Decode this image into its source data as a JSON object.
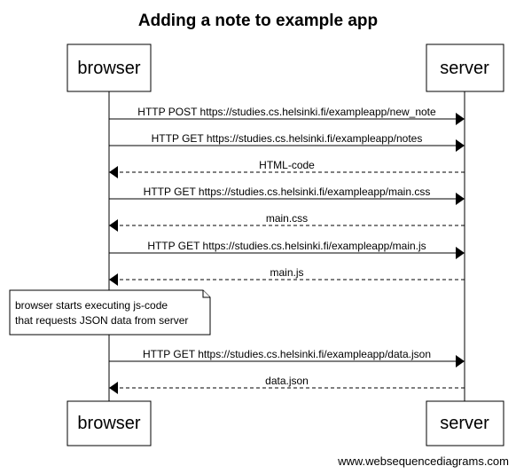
{
  "title": "Adding a note to example app",
  "participants": {
    "browser": "browser",
    "server": "server"
  },
  "messages": [
    {
      "from": "browser",
      "to": "server",
      "label": "HTTP POST https://studies.cs.helsinki.fi/exampleapp/new_note",
      "style": "solid"
    },
    {
      "from": "browser",
      "to": "server",
      "label": "HTTP GET https://studies.cs.helsinki.fi/exampleapp/notes",
      "style": "solid"
    },
    {
      "from": "server",
      "to": "browser",
      "label": "HTML-code",
      "style": "dashed"
    },
    {
      "from": "browser",
      "to": "server",
      "label": "HTTP GET https://studies.cs.helsinki.fi/exampleapp/main.css",
      "style": "solid"
    },
    {
      "from": "server",
      "to": "browser",
      "label": "main.css",
      "style": "dashed"
    },
    {
      "from": "browser",
      "to": "server",
      "label": "HTTP GET https://studies.cs.helsinki.fi/exampleapp/main.js",
      "style": "solid"
    },
    {
      "from": "server",
      "to": "browser",
      "label": "main.js",
      "style": "dashed"
    },
    {
      "from": "browser",
      "to": "server",
      "label": "HTTP GET https://studies.cs.helsinki.fi/exampleapp/data.json",
      "style": "solid"
    },
    {
      "from": "server",
      "to": "browser",
      "label": "data.json",
      "style": "dashed"
    }
  ],
  "note": {
    "over": "browser",
    "lines": [
      "browser starts executing js-code",
      "that requests JSON data from server"
    ]
  },
  "watermark": "www.websequencediagrams.com"
}
